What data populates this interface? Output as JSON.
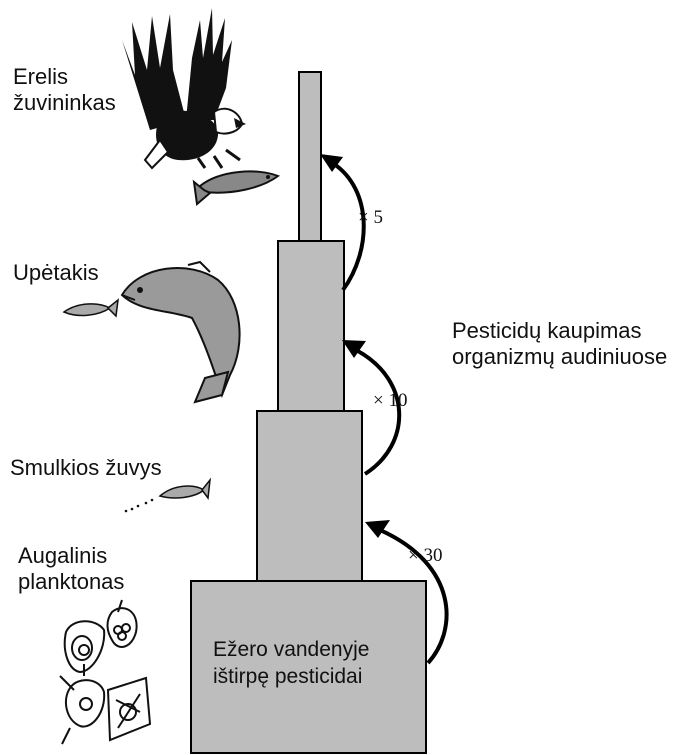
{
  "organisms": {
    "eagle": {
      "line1": "Erelis",
      "line2": "žuvininkas"
    },
    "trout": {
      "line1": "Upėtakis"
    },
    "small_fish": {
      "line1": "Smulkios žuvys"
    },
    "plankton": {
      "line1": "Augalinis",
      "line2": "planktonas"
    }
  },
  "process_label": {
    "line1": "Pesticidų kaupimas",
    "line2": "organizmų audiniuose"
  },
  "base_label": {
    "line1": "Ežero vandenyje",
    "line2": "ištirpę pesticidai"
  },
  "multipliers": {
    "to_eagle": "× 5",
    "to_trout": "× 10",
    "to_small_fish": "× 30"
  },
  "colors": {
    "block_fill": "#bdbdbd",
    "outline": "#000000",
    "text": "#111111"
  },
  "icons": [
    "eagle-icon",
    "fish-icon",
    "trout-icon",
    "small-fish-icon",
    "plankton-icon"
  ]
}
